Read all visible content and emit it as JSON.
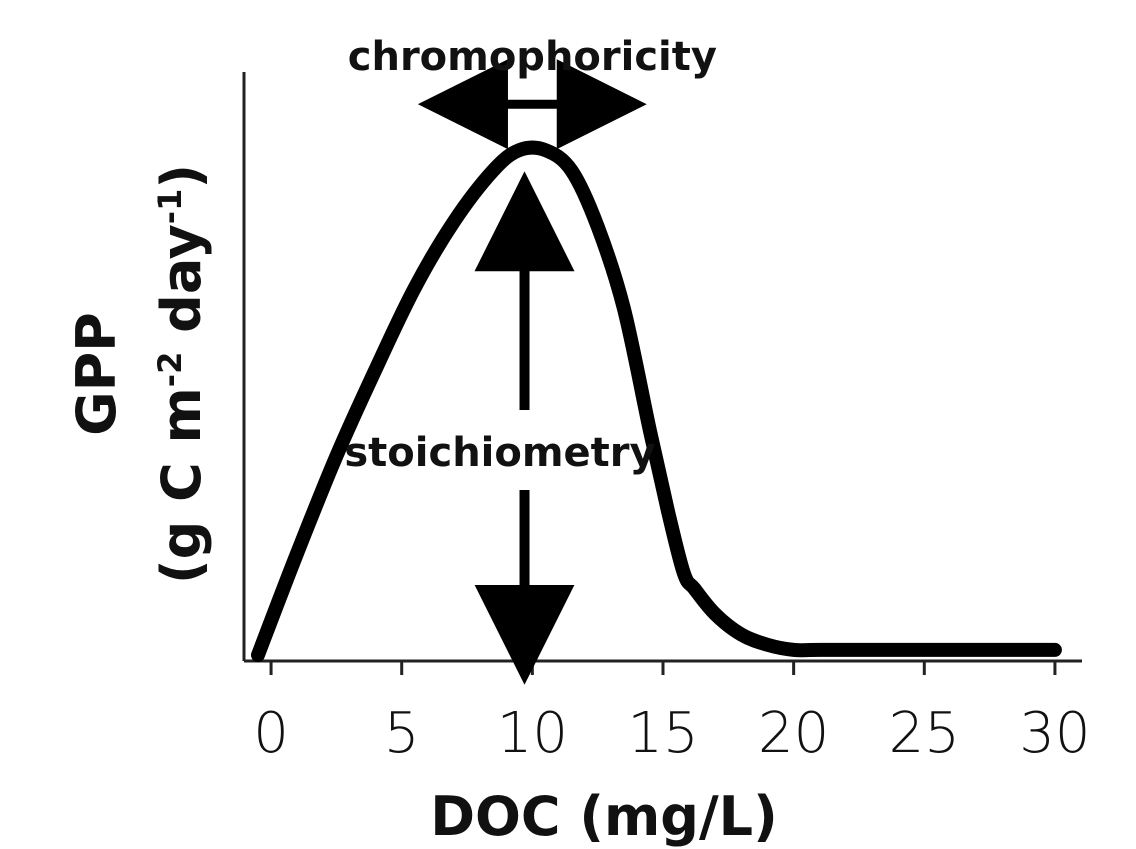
{
  "chart_data": {
    "type": "line",
    "title": "",
    "xlabel": "DOC (mg/L)",
    "ylabel": {
      "line1": "GPP",
      "line2_prefix": "(g C m",
      "sup1": "-2",
      "mid": " day",
      "sup2": "-1",
      "suffix": ")"
    },
    "xlim": [
      -0.5,
      30.5
    ],
    "ylim": [
      0,
      1
    ],
    "xticks": [
      0,
      5,
      10,
      15,
      20,
      25,
      30
    ],
    "yticks": [],
    "grid": false,
    "series": [
      {
        "x": [
          -0.5,
          1,
          2.5,
          4,
          5.5,
          7,
          8.5,
          9.5,
          10.5,
          11.5,
          12.5,
          13.5,
          14.5,
          15.2,
          15.8,
          16.2,
          17,
          18,
          19,
          20,
          21,
          25,
          30
        ],
        "values": [
          0.0,
          0.2,
          0.39,
          0.56,
          0.72,
          0.85,
          0.95,
          0.99,
          0.99,
          0.95,
          0.84,
          0.68,
          0.44,
          0.28,
          0.16,
          0.13,
          0.08,
          0.04,
          0.02,
          0.01,
          0.01,
          0.01,
          0.01
        ]
      }
    ],
    "annotations": [
      {
        "text": "chromophoricity",
        "arrow": "horizontal-double",
        "x_range": [
          7,
          13
        ],
        "y": 1.08
      },
      {
        "text": "stoichiometry",
        "arrow": "vertical-double",
        "x": 9.7,
        "y_range": [
          0.02,
          0.87
        ]
      }
    ],
    "colors": {
      "line": "#000000",
      "axis": "#222222"
    }
  }
}
